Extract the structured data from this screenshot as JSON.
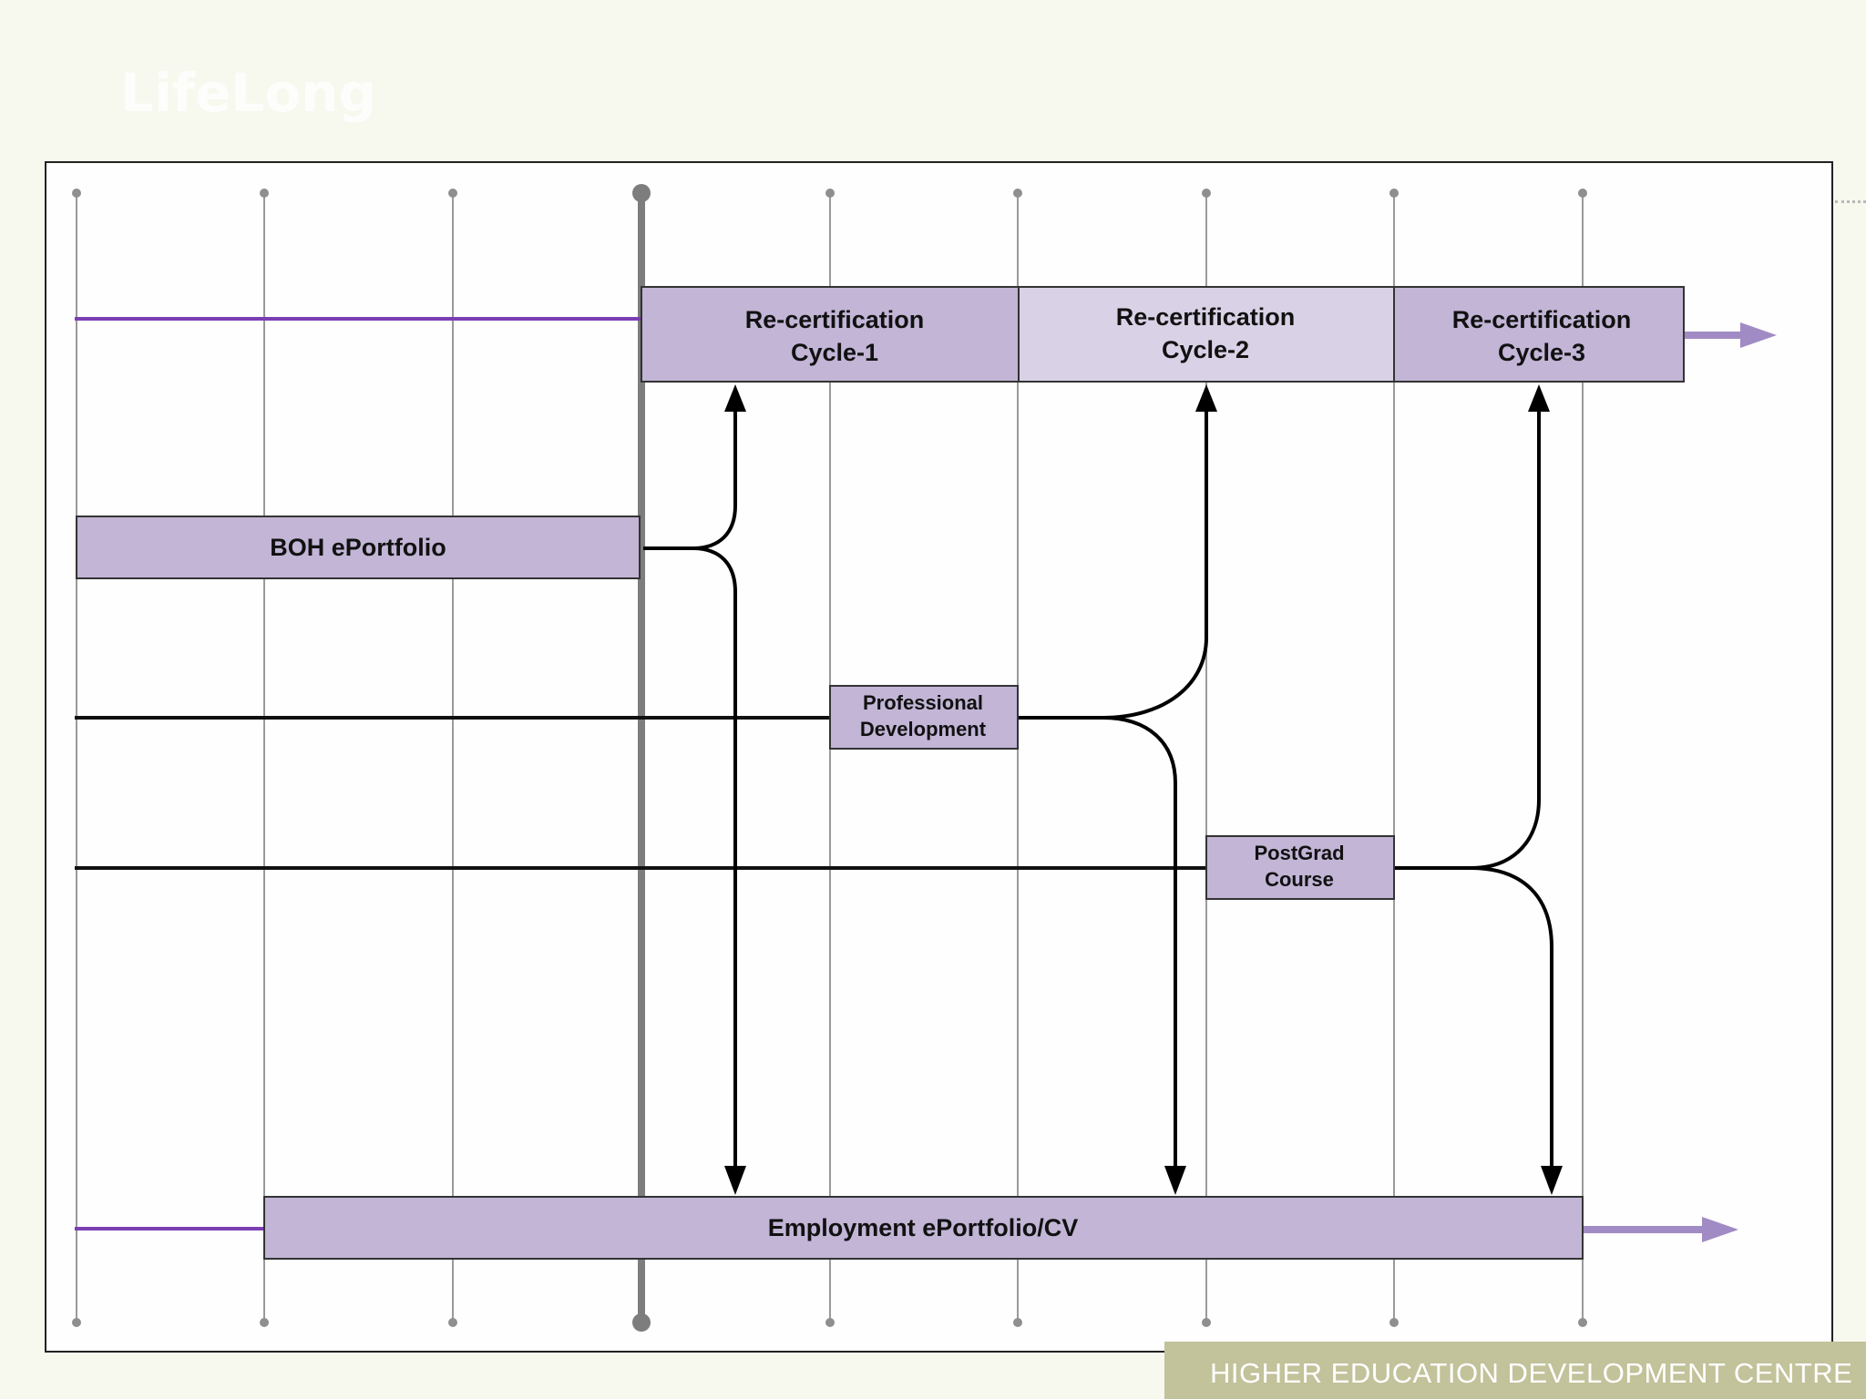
{
  "slide": {
    "title": "LifeLong",
    "footer": "HIGHER EDUCATION DEVELOPMENT CENTRE"
  },
  "diagram": {
    "boxes": {
      "recert1": {
        "line1": "Re-certification",
        "line2": "Cycle-1"
      },
      "recert2": {
        "line1": "Re-certification",
        "line2": "Cycle-2"
      },
      "recert3": {
        "line1": "Re-certification",
        "line2": "Cycle-3"
      },
      "boh": {
        "label": "BOH ePortfolio"
      },
      "profdev": {
        "line1": "Professional",
        "line2": "Development"
      },
      "postgrad": {
        "line1": "PostGrad",
        "line2": "Course"
      },
      "employment": {
        "label": "Employment ePortfolio/CV"
      }
    }
  },
  "colors": {
    "box_fill": "#c2b5d6",
    "box_fill_light": "#d9d1e6",
    "timeline_purple": "#7a3fb3",
    "arrow_purple": "#a18bc4",
    "grid": "#999999"
  }
}
